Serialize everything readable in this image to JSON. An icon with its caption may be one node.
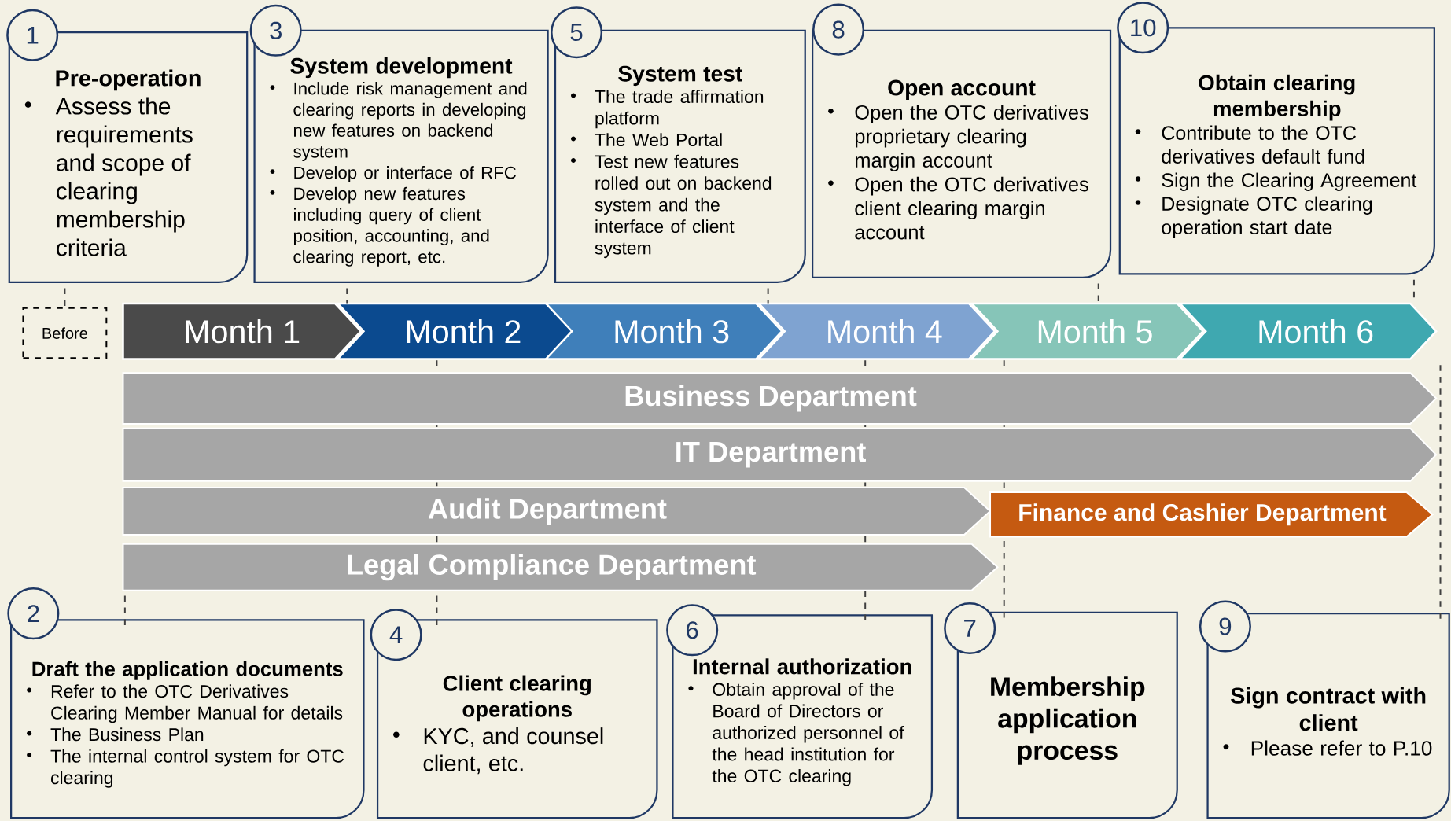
{
  "diagram": {
    "nodes": [
      {
        "text": [
          "1"
        ]
      },
      {
        "text": [
          "Pre-operation",
          "Assess the requirements and scope of clearing membership criteria"
        ]
      },
      {
        "text": [
          "3"
        ]
      },
      {
        "text": [
          "System development",
          "Include risk management and clearing reports in developing new features on backend system",
          "Develop or interface of RFC",
          "Develop new features including query of client position, accounting, and clearing report, etc."
        ]
      },
      {
        "text": [
          "5"
        ]
      },
      {
        "text": [
          "System test",
          "The trade affirmation platform",
          "The Web Portal",
          "Test new features rolled out on backend system and the interface of client system"
        ]
      },
      {
        "text": [
          "8"
        ]
      },
      {
        "text": [
          "Open account",
          "Open the OTC derivatives proprietary clearing margin account",
          "Open the OTC derivatives client clearing margin account"
        ]
      },
      {
        "text": [
          "10"
        ]
      },
      {
        "text": [
          "Obtain clearing membership",
          "Contribute to the OTC derivatives default fund",
          "Sign the Clearing Agreement",
          "Designate OTC clearing operation start date"
        ]
      },
      {
        "text": [
          "Before"
        ]
      },
      {
        "text": [
          "Month 1"
        ]
      },
      {
        "text": [
          "Month 2"
        ]
      },
      {
        "text": [
          "Month 3"
        ]
      },
      {
        "text": [
          "Month 4"
        ]
      },
      {
        "text": [
          "Month 5"
        ]
      },
      {
        "text": [
          "Month 6"
        ]
      },
      {
        "text": [
          "Business Department"
        ]
      },
      {
        "text": [
          "IT Department"
        ]
      },
      {
        "text": [
          "Audit Department"
        ]
      },
      {
        "text": [
          "Finance and Cashier Department"
        ]
      },
      {
        "text": [
          "Legal Compliance Department"
        ]
      },
      {
        "text": [
          "2"
        ]
      },
      {
        "text": [
          "Draft the application documents",
          "Refer to the OTC Derivatives Clearing Member Manual for details",
          "The Business Plan",
          "The internal control system for OTC clearing"
        ]
      },
      {
        "text": [
          "4"
        ]
      },
      {
        "text": [
          "Client clearing operations",
          "KYC, and counsel client, etc."
        ]
      },
      {
        "text": [
          "6"
        ]
      },
      {
        "text": [
          "Internal authorization",
          "Obtain approval of the Board of Directors or authorized personnel of the head institution for the OTC clearing"
        ]
      },
      {
        "text": [
          "7"
        ]
      },
      {
        "text": [
          "Membership application process"
        ]
      },
      {
        "text": [
          "9"
        ]
      },
      {
        "text": [
          "Sign contract with client",
          "Please refer to P.10"
        ]
      }
    ],
    "edges": [
      {
        "from": 1,
        "to": 10,
        "arrow": "none",
        "style": "dashed"
      },
      {
        "from": 3,
        "to": 12,
        "arrow": "none",
        "style": "dashed"
      },
      {
        "from": 5,
        "to": 13,
        "arrow": "none",
        "style": "dashed"
      },
      {
        "from": 7,
        "to": 15,
        "arrow": "none",
        "style": "dashed"
      },
      {
        "from": 9,
        "to": 16,
        "arrow": "none",
        "style": "dashed"
      },
      {
        "from": 23,
        "to": 21,
        "arrow": "none",
        "style": "dashed"
      },
      {
        "from": 25,
        "to": 21,
        "arrow": "none",
        "style": "dashed"
      },
      {
        "from": 27,
        "to": 21,
        "arrow": "none",
        "style": "dashed"
      },
      {
        "from": 29,
        "to": 20,
        "arrow": "none",
        "style": "dashed"
      },
      {
        "from": 31,
        "to": 16,
        "arrow": "none",
        "style": "dashed"
      }
    ]
  }
}
